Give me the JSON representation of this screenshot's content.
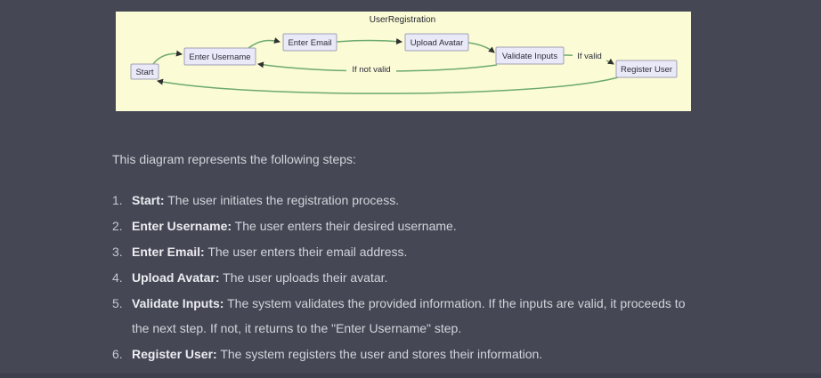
{
  "theme": {
    "page_background": "#454754",
    "text_color": "#d1d5db",
    "bold_text_color": "#ececf1",
    "diagram_background": "#fbfbd6",
    "node_fill": "#e9e9f8",
    "node_border": "#a0a0b4",
    "edge_color": "#6eaa6e"
  },
  "diagram": {
    "title": "UserRegistration",
    "nodes": [
      {
        "label": "Start"
      },
      {
        "label": "Enter Username"
      },
      {
        "label": "Enter Email"
      },
      {
        "label": "Upload Avatar"
      },
      {
        "label": "Validate Inputs"
      },
      {
        "label": "Register User"
      }
    ],
    "edges": [
      {
        "from": "Start",
        "to": "Enter Username",
        "label": ""
      },
      {
        "from": "Enter Username",
        "to": "Enter Email",
        "label": ""
      },
      {
        "from": "Enter Email",
        "to": "Upload Avatar",
        "label": ""
      },
      {
        "from": "Upload Avatar",
        "to": "Validate Inputs",
        "label": ""
      },
      {
        "from": "Validate Inputs",
        "to": "Register User",
        "label": "If valid"
      },
      {
        "from": "Validate Inputs",
        "to": "Enter Username",
        "label": "If not valid"
      },
      {
        "from": "Register User",
        "to": "Start",
        "label": ""
      }
    ]
  },
  "message": {
    "intro": "This diagram represents the following steps:",
    "steps": [
      {
        "num": "1.",
        "term": "Start:",
        "rest": " The user initiates the registration process."
      },
      {
        "num": "2.",
        "term": "Enter Username:",
        "rest": " The user enters their desired username."
      },
      {
        "num": "3.",
        "term": "Enter Email:",
        "rest": " The user enters their email address."
      },
      {
        "num": "4.",
        "term": "Upload Avatar:",
        "rest": " The user uploads their avatar."
      },
      {
        "num": "5.",
        "term": "Validate Inputs:",
        "rest": " The system validates the provided information. If the inputs are valid, it proceeds to the next step. If not, it returns to the \"Enter Username\" step."
      },
      {
        "num": "6.",
        "term": "Register User:",
        "rest": " The system registers the user and stores their information."
      }
    ]
  }
}
